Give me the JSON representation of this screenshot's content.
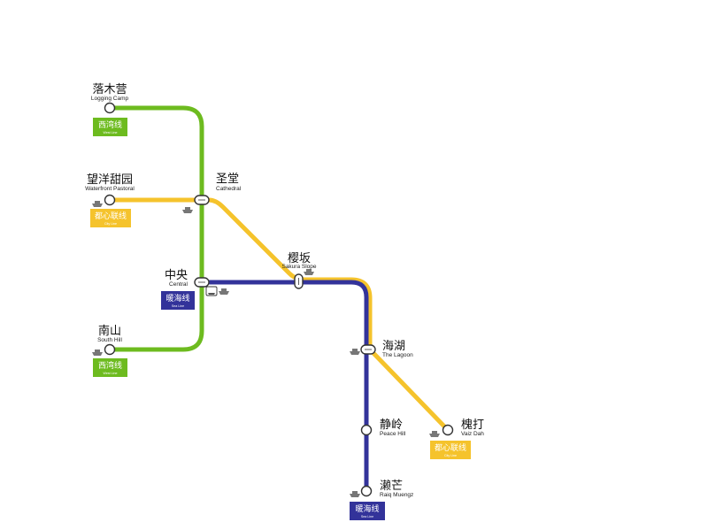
{
  "colors": {
    "west_line": "#6dbb1f",
    "city_line": "#f5c32c",
    "sea_line": "#33339a",
    "station_fill": "#ffffff",
    "station_stroke": "#333333",
    "icon_gray": "#777777"
  },
  "lines": {
    "west": {
      "zh": "西湾线",
      "en": "West Line"
    },
    "city": {
      "zh": "都心联线",
      "en": "City Line"
    },
    "sea": {
      "zh": "暖海线",
      "en": "Sea Line"
    }
  },
  "stations": {
    "logging_camp": {
      "zh": "落木营",
      "en": "Logging Camp"
    },
    "waterfront_pastoral": {
      "zh": "望洋甜园",
      "en": "Waterfront Pastoral"
    },
    "cathedral": {
      "zh": "圣堂",
      "en": "Cathedral"
    },
    "sakura_slope": {
      "zh": "樱坂",
      "en": "Sakura Slope"
    },
    "central": {
      "zh": "中央",
      "en": "Central"
    },
    "the_lagoon": {
      "zh": "海湖",
      "en": "The Lagoon"
    },
    "south_hill": {
      "zh": "南山",
      "en": "South Hill"
    },
    "peace_hill": {
      "zh": "静岭",
      "en": "Peace Hill"
    },
    "vaiz_dah": {
      "zh": "槐打",
      "en": "Vaiz Dah"
    },
    "raiq_muengz": {
      "zh": "濑芒",
      "en": "Raiq Muengz"
    }
  },
  "icons": {
    "ferry": "ship-icon",
    "bus": "bus-icon",
    "interchange": "interchange-icon"
  }
}
